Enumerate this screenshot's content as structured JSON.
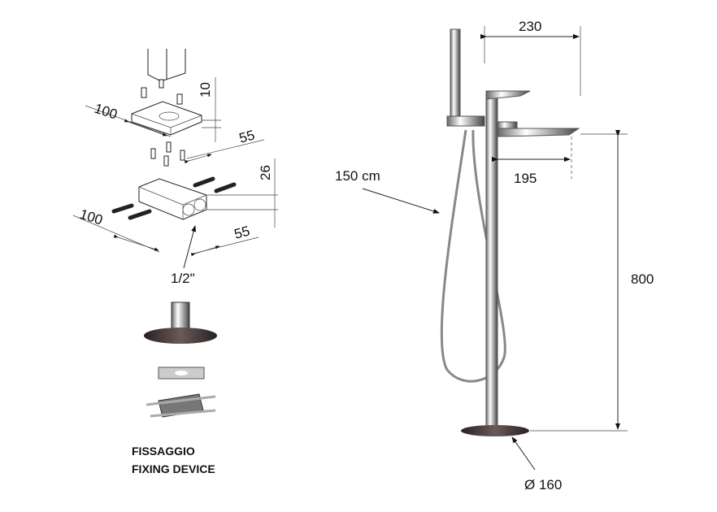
{
  "fixing_detail": {
    "dim_plate_length": "100",
    "dim_plate_thickness": "10",
    "dim_plate_width": "55",
    "dim_block_height": "26",
    "dim_block_length": "100",
    "dim_block_width": "55",
    "dim_thread": "1/2\"",
    "caption_it": "FISSAGGIO",
    "caption_en": "FIXING DEVICE"
  },
  "mixer_drawing": {
    "dim_reach_total": "230",
    "dim_hose_length": "150 cm",
    "dim_spout_reach": "195",
    "dim_height": "800",
    "dim_base_diameter": "Ø 160"
  }
}
